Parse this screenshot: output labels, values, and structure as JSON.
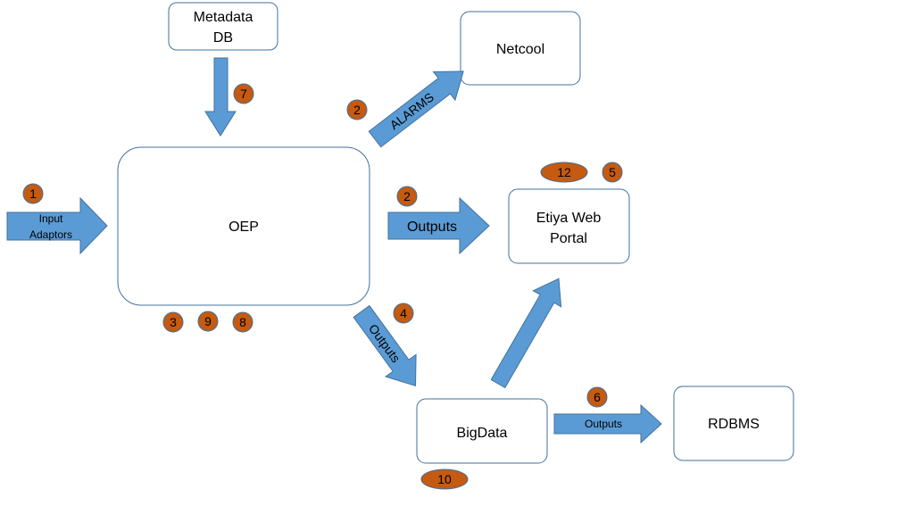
{
  "nodes": {
    "metadata_db": {
      "line1": "Metadata",
      "line2": "DB"
    },
    "netcool": {
      "label": "Netcool"
    },
    "oep": {
      "label": "OEP"
    },
    "etiya_portal": {
      "line1": "Etiya Web",
      "line2": "Portal"
    },
    "bigdata": {
      "label": "BigData"
    },
    "rdbms": {
      "label": "RDBMS"
    }
  },
  "edges": {
    "input_adaptors": {
      "line1": "Input",
      "line2": "Adaptors"
    },
    "alarms": {
      "label": "ALARMS"
    },
    "outputs_portal": {
      "label": "Outputs"
    },
    "outputs_bigdata": {
      "label": "Outputs"
    },
    "outputs_rdbms": {
      "label": "Outputs"
    }
  },
  "badges": {
    "input": "1",
    "alarms": "2",
    "outputs_portal": "2",
    "oep_a": "3",
    "oep_b": "9",
    "oep_c": "8",
    "outputs_bigdata": "4",
    "portal_a": "12",
    "portal_b": "5",
    "metadata": "7",
    "rdbms": "6",
    "bigdata": "10"
  },
  "colors": {
    "arrow_fill": "#5b9bd5",
    "arrow_stroke": "#41719c",
    "badge_fill": "#c55a11",
    "box_stroke": "#41719c"
  }
}
